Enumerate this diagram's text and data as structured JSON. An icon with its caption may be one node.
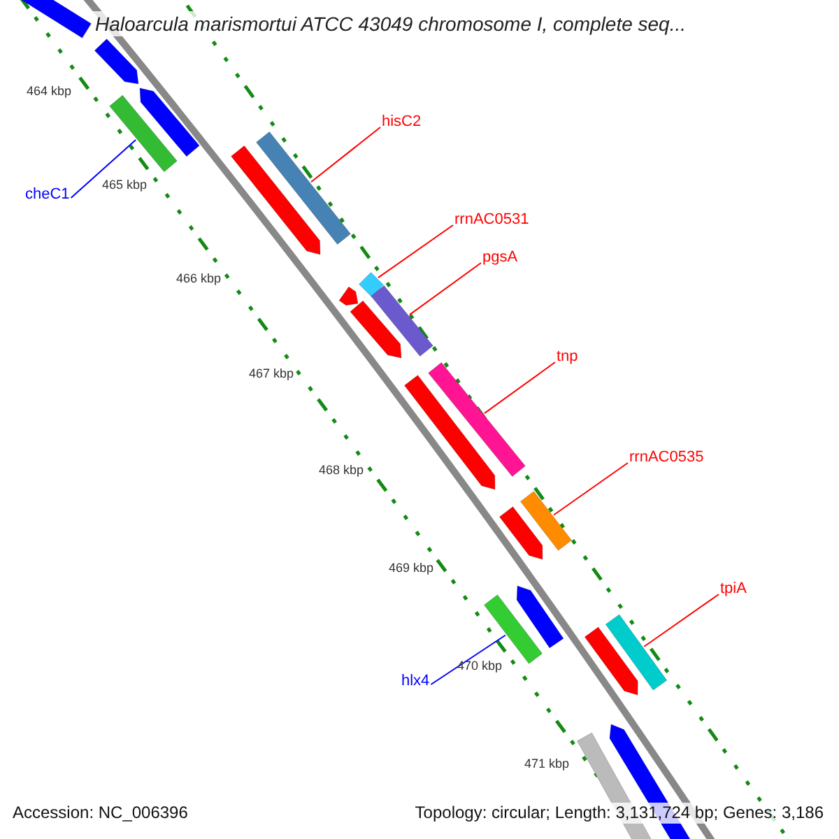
{
  "diagram": {
    "title": "Haloarcula marismortui ATCC 43049 chromosome I, complete seq...",
    "nodes": [
      {
        "text": [
          "hisC2"
        ]
      },
      {
        "text": [],
        "shape": "bar"
      },
      {
        "text": [
          "cheC1"
        ]
      },
      {
        "text": [],
        "shape": "bar"
      },
      {
        "text": [
          "rrnAC0531"
        ]
      },
      {
        "text": [],
        "shape": "bar"
      },
      {
        "text": [
          "pgsA"
        ]
      },
      {
        "text": [],
        "shape": "bar"
      },
      {
        "text": [
          "tnp"
        ]
      },
      {
        "text": [],
        "shape": "bar"
      },
      {
        "text": [
          "rrnAC0535"
        ]
      },
      {
        "text": [],
        "shape": "bar"
      },
      {
        "text": [
          "tpiA"
        ]
      },
      {
        "text": [],
        "shape": "bar"
      },
      {
        "text": [
          "hlx4"
        ]
      },
      {
        "text": [],
        "shape": "bar"
      },
      {
        "text": [],
        "shape": "bar"
      },
      {
        "text": [],
        "shape": "bar"
      },
      {
        "text": [],
        "shape": "bar"
      },
      {
        "text": [],
        "shape": "bar"
      },
      {
        "text": [],
        "shape": "bar"
      },
      {
        "text": [],
        "shape": "bar"
      },
      {
        "text": [],
        "shape": "bar"
      },
      {
        "text": [],
        "shape": "bar"
      },
      {
        "text": [],
        "shape": "bar"
      },
      {
        "text": [],
        "shape": "bar"
      },
      {
        "text": [],
        "shape": "bar"
      },
      {
        "text": [],
        "shape": "bar"
      }
    ],
    "edges": [
      {
        "from": 0,
        "to": 1,
        "arrow": "none"
      },
      {
        "from": 2,
        "to": 3,
        "arrow": "none",
        "color": "#0000ff"
      },
      {
        "from": 4,
        "to": 5,
        "arrow": "none"
      },
      {
        "from": 6,
        "to": 7,
        "arrow": "none"
      },
      {
        "from": 8,
        "to": 9,
        "arrow": "none"
      },
      {
        "from": 10,
        "to": 11,
        "arrow": "none"
      },
      {
        "from": 12,
        "to": 13,
        "arrow": "none"
      },
      {
        "from": 14,
        "to": 15,
        "arrow": "none",
        "color": "#0000ff"
      }
    ],
    "labels": [
      "464 kbp",
      "465 kbp",
      "466 kbp",
      "467 kbp",
      "468 kbp",
      "469 kbp",
      "470 kbp",
      "471 kbp",
      "Accession: NC_006396",
      "Topology: circular; Length: 3,131,724 bp; Genes: 3,186"
    ]
  }
}
